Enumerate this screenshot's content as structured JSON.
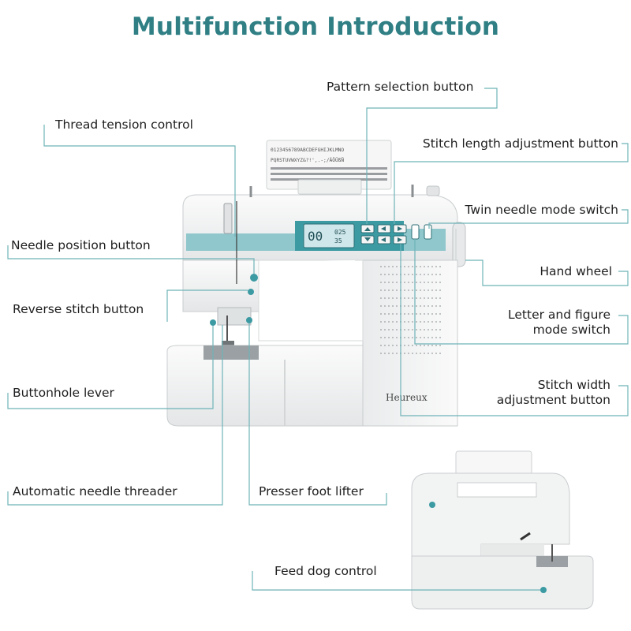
{
  "title": "Multifunction Introduction",
  "brand": "Heureux",
  "lcd": {
    "pattern": "00",
    "length": "025",
    "width": "35"
  },
  "pattern_chart": {
    "row1": "0123456789ABCDEFGHIJKLMNO",
    "row2": "PQRSTUVWXYZ&?!',.-;/ÄÖÜßÑ"
  },
  "labels": {
    "pattern_selection": "Pattern selection button",
    "thread_tension": "Thread tension control",
    "stitch_length": "Stitch length adjustment button",
    "twin_needle": "Twin needle mode switch",
    "needle_position": "Needle position button",
    "hand_wheel": "Hand wheel",
    "reverse_stitch": "Reverse stitch button",
    "letter_figure_1": "Letter and figure",
    "letter_figure_2": "mode switch",
    "buttonhole": "Buttonhole lever",
    "stitch_width_1": "Stitch width",
    "stitch_width_2": "adjustment button",
    "auto_threader": "Automatic needle threader",
    "presser_foot": "Presser foot lifter",
    "feed_dog": "Feed dog control"
  },
  "colors": {
    "accent": "#2f7f84",
    "leader": "#6fb3b8",
    "teal_panel": "#3c9aa3",
    "machine_white": "#f3f4f4"
  }
}
